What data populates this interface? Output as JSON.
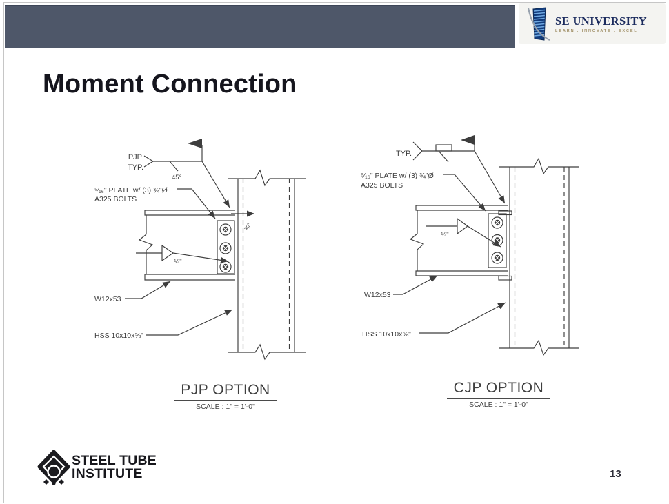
{
  "header": {
    "logo": {
      "name": "SE UNIVERSITY",
      "tagline": "LEARN . INNOVATE . EXCEL"
    }
  },
  "slide": {
    "title": "Moment Connection",
    "page_number": "13"
  },
  "diagrams": {
    "left": {
      "weld_label_line1": "PJP",
      "weld_label_line2": "TYP.",
      "weld_angle": "45°",
      "plate_note_line1": "⁵⁄₁₆\" PLATE w/ (3) ¾\"Ø",
      "plate_note_line2": "A325 BOLTS",
      "flange_weld_size": "⅜\"",
      "web_weld_size": "¼\"",
      "beam_label": "W12x53",
      "column_label": "HSS 10x10x⅝\"",
      "caption": "PJP OPTION",
      "scale_note": "SCALE : 1\" = 1'-0\""
    },
    "right": {
      "weld_label_line1": "TYP.",
      "plate_note_line1": "⁵⁄₁₆\" PLATE w/ (3) ¾\"Ø",
      "plate_note_line2": "A325 BOLTS",
      "web_weld_size": "¼\"",
      "beam_label": "W12x53",
      "column_label": "HSS 10x10x⅝\"",
      "caption": "CJP OPTION",
      "scale_note": "SCALE : 1\" = 1'-0\""
    }
  },
  "footer": {
    "org_name_line1": "STEEL TUBE",
    "org_name_line2": "INSTITUTE"
  },
  "colors": {
    "header_bar": "#4e5769",
    "logo_navy": "#1c2c5e",
    "tagline_gold": "#a08f66",
    "line_color": "#3d3d3d"
  }
}
